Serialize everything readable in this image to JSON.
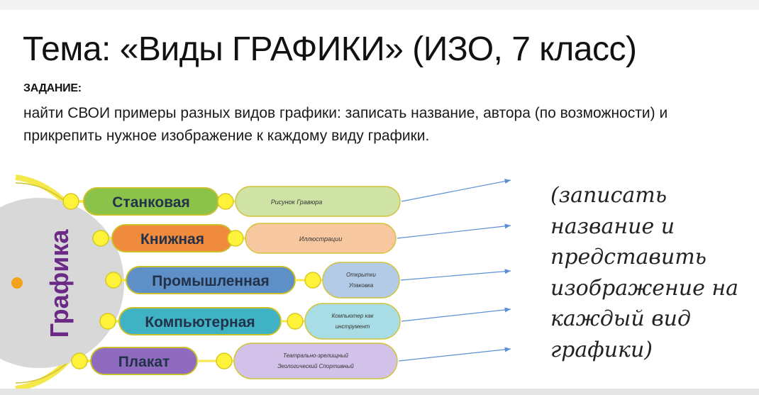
{
  "title": "Тема: «Виды ГРАФИКИ» (ИЗО, 7 класс)",
  "task": {
    "heading": "ЗАДАНИЕ:",
    "text": "найти СВОИ примеры разных видов графики: записать название, автора (по возможности) и прикрепить нужное изображение к каждому виду графики."
  },
  "diagram": {
    "center_label": "Графика",
    "branches": [
      {
        "label": "Станковая",
        "color": "#8bc34a",
        "sub_lines": [
          "Рисунок  Гравюра"
        ],
        "sub_color": "#cfe3a6"
      },
      {
        "label": "Книжная",
        "color": "#f08a3c",
        "sub_lines": [
          "Иллюстрации"
        ],
        "sub_color": "#f7c8a0"
      },
      {
        "label": "Промышленная",
        "color": "#5f8fc7",
        "sub_lines": [
          "Открытки",
          "Упаковка"
        ],
        "sub_color": "#b3cbe6"
      },
      {
        "label": "Компьютерная",
        "color": "#3fb3c4",
        "sub_lines": [
          "Компьютер как",
          "инструмент"
        ],
        "sub_color": "#a9dde5"
      },
      {
        "label": "Плакат",
        "color": "#8e6bbf",
        "sub_lines": [
          "Театрально-зрелищный",
          "Экологический  Спортивный"
        ],
        "sub_color": "#d2c1e8"
      }
    ],
    "colors": {
      "arc": "#f5e84a",
      "node": "#fff23a",
      "center_fill": "#d8d8d8",
      "center_text": "#6b2a86",
      "arrow": "#5b8fd6"
    }
  },
  "note": "(записать название и представить изображение на каждый вид графики)"
}
